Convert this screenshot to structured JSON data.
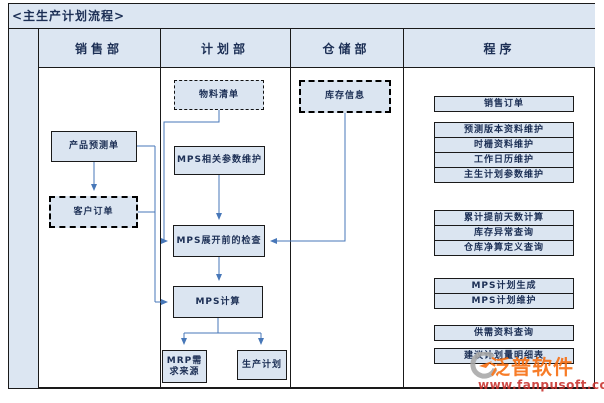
{
  "title": "<主生产计划流程>",
  "columns": {
    "sales": "销售部",
    "planning": "计划部",
    "warehouse": "仓储部",
    "programs": "程序"
  },
  "nodes": {
    "product_forecast": "产品预测单",
    "customer_order": "客户订单",
    "bom": "物料清单",
    "mps_params": "MPS相关参数维护",
    "mps_precheck": "MPS展开前的检查",
    "mps_calc": "MPS计算",
    "mrp_source": "MRP需求来源",
    "production_plan": "生产计划",
    "inventory_info": "库存信息"
  },
  "programs": {
    "items": [
      "销售订单",
      "预测版本资料维护",
      "时栅资料维护",
      "工作日历维护",
      "主生计划参数维护",
      "累计提前天数计算",
      "库存异常查询",
      "仓库净算定义查询",
      "MPS计划生成",
      "MPS计划维护",
      "供需资料查询",
      "建议计划量明细表"
    ]
  },
  "watermark": {
    "brand": "泛普软件",
    "url": "www.fanpusoft.com"
  },
  "colors": {
    "box_fill": "#dbe5f1",
    "header_fill": "#dce6f2",
    "line": "#4777b8",
    "border": "#1a1a1a",
    "brand_orange": "#f76b0b",
    "url_red": "#c9302c",
    "logo_gray": "#a8a8a8"
  }
}
